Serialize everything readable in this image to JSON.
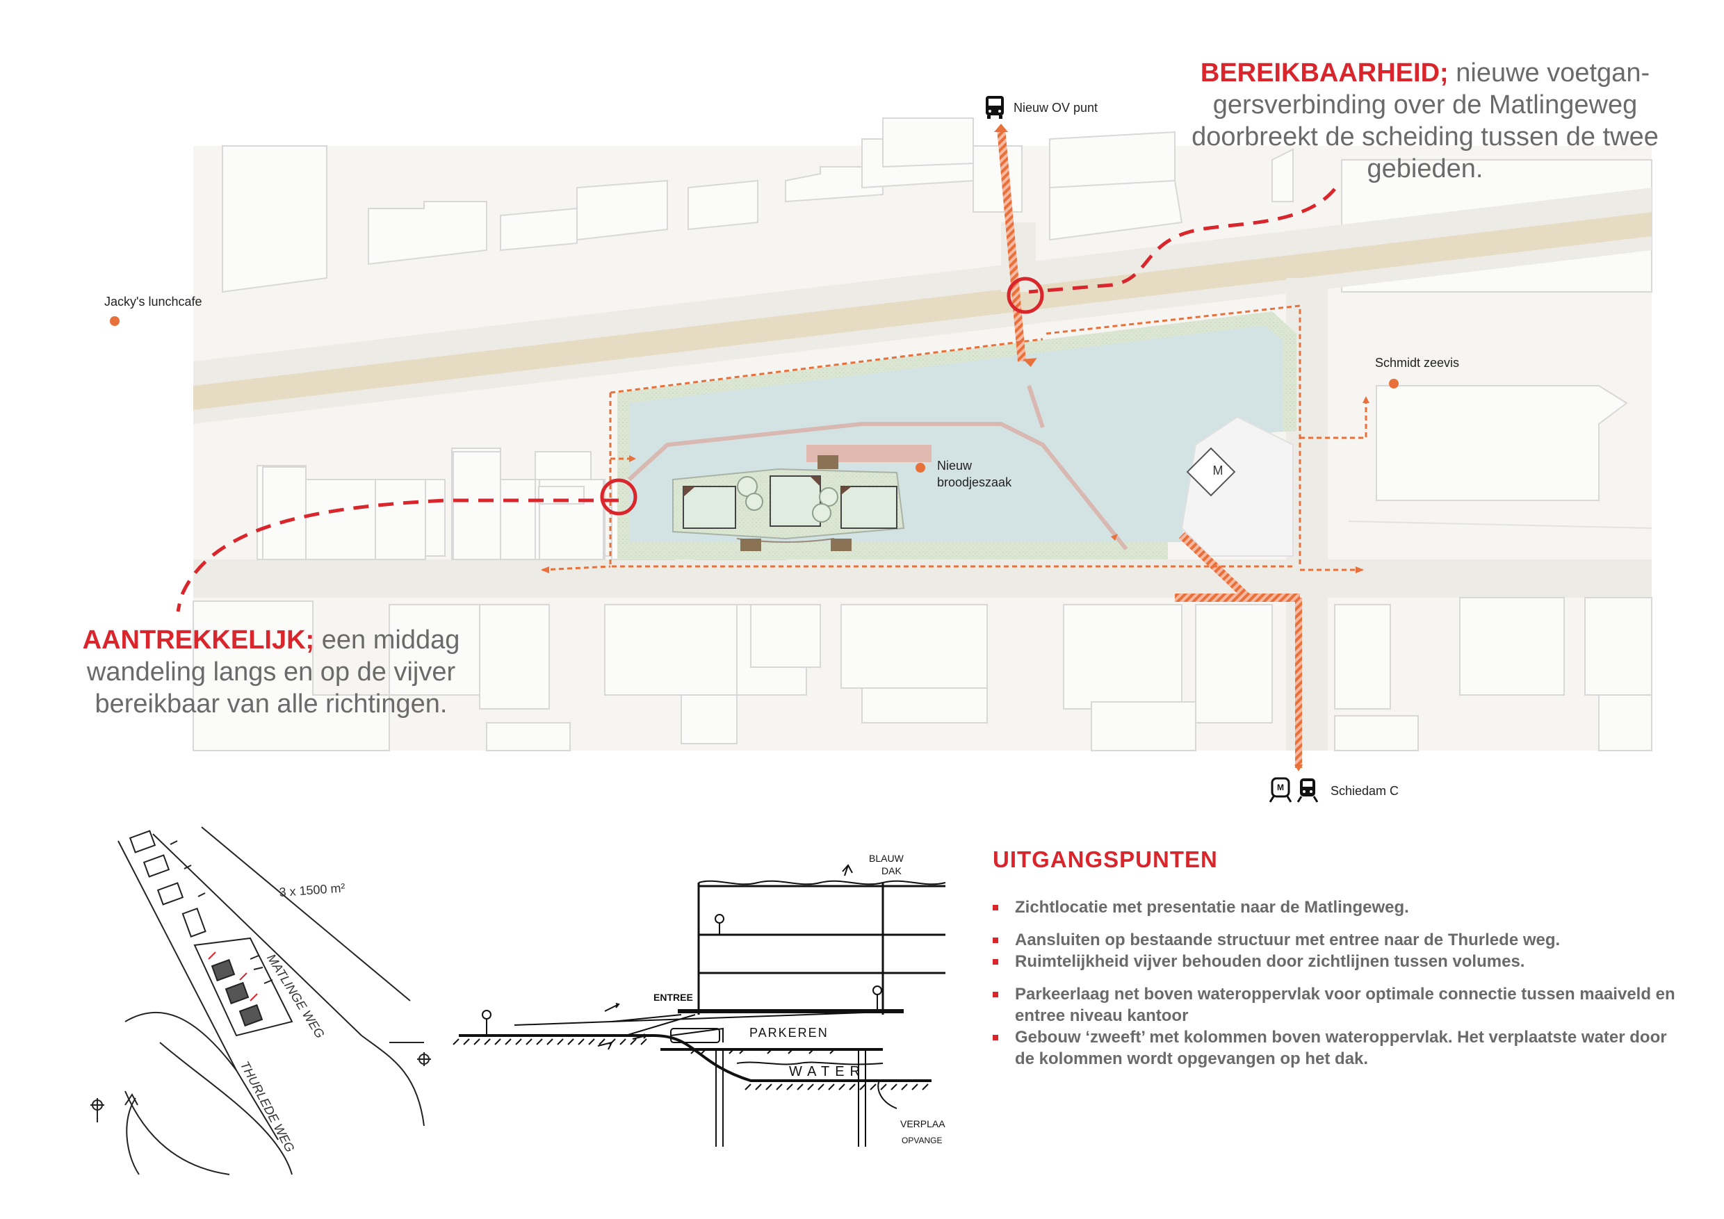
{
  "statements": {
    "bereikbaarheid": {
      "keyword": "BEREIKBAARHEID;",
      "lines": [
        "nieuwe voetgan-",
        "gersverbinding over de Matlingeweg",
        "doorbreekt de scheiding tussen de twee",
        "gebieden."
      ]
    },
    "aantrekkelijk": {
      "keyword": "AANTREKKELIJK;",
      "lines": [
        "een middag",
        "wandeling langs en op de vijver",
        "bereikbaar van alle richtingen."
      ]
    }
  },
  "map_labels": {
    "nieuw_ov_punt": "Nieuw OV punt",
    "jackys_lunchcafe": "Jacky's lunchcafe",
    "schmidt_zeevis": "Schmidt zeevis",
    "nieuw_broodjeszaak_1": "Nieuw",
    "nieuw_broodjeszaak_2": "broodjeszaak",
    "metro_marker": "M",
    "schiedam_c": "Schiedam C",
    "metro_icon_letter": "M"
  },
  "sketch_plan": {
    "area_note": "3 x 1500 m²",
    "road_matlinge": "MATLINGE WEG",
    "road_thurlede": "THURLEDE WEG"
  },
  "sketch_section": {
    "blauw": "BLAUW",
    "dak": "DAK",
    "entree": "ENTREE",
    "parkeren": "PARKEREN",
    "water": "WATER",
    "verplaa": "VERPLAA",
    "opvange": "OPVANGE"
  },
  "uitgangspunten": {
    "title": "UITGANGSPUNTEN",
    "items": [
      "Zichtlocatie met presentatie naar de Matlingeweg.",
      "Aansluiten op bestaande structuur met entree naar de Thurlede weg.",
      "Ruimtelijkheid vijver behouden door zichtlijnen tussen volumes.",
      "Parkeerlaag net boven wateroppervlak voor optimale connectie tussen maaiveld  en entree niveau kantoor",
      "Gebouw ‘zweeft’ met kolommen boven wateroppervlak. Het verplaatste water door de kolommen wordt opgevangen op het dak."
    ]
  },
  "colors": {
    "accent_red": "#d9262c",
    "route_orange": "#e8703a",
    "road_beige": "#e6dcc4",
    "water": "#d3e3e3",
    "green": "#d6e2cf",
    "text_grey": "#6a6a6a"
  }
}
